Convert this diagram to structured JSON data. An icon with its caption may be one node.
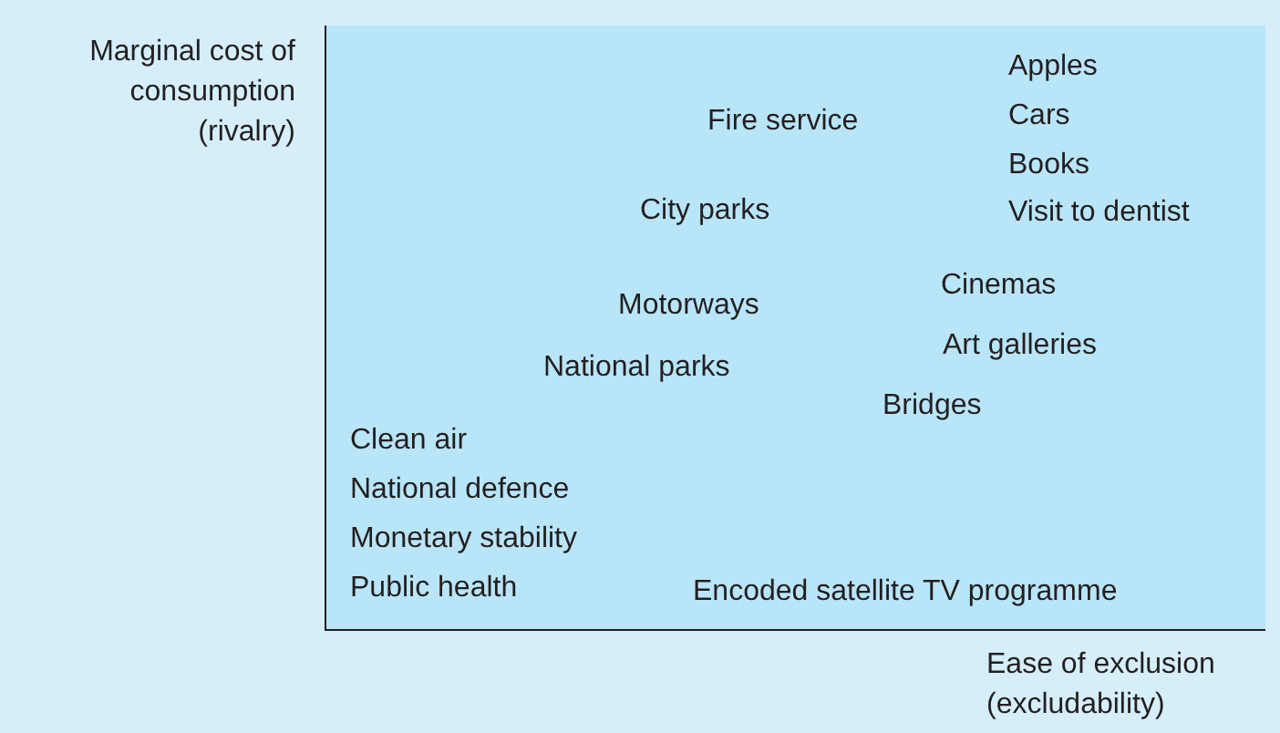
{
  "diagram": {
    "labels": [
      "Marginal cost of consumption (rivalry)",
      "Apples",
      "Cars",
      "Books",
      "Visit to dentist",
      "Fire service",
      "City parks",
      "Cinemas",
      "Motorways",
      "Art galleries",
      "National parks",
      "Bridges",
      "Clean air",
      "National defence",
      "Monetary stability",
      "Public health",
      "Encoded satellite TV programme",
      "Ease of exclusion (excludability)"
    ]
  }
}
